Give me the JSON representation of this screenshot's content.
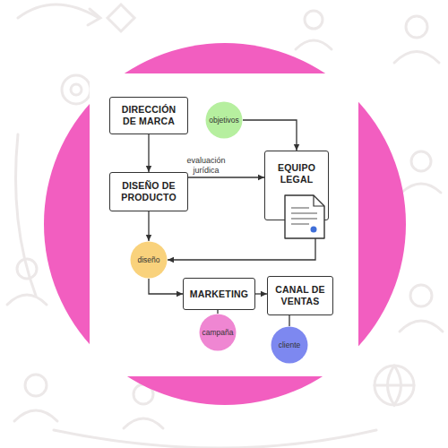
{
  "diagram": {
    "nodes": [
      {
        "text": [
          "DIRECCIÓN DE MARCA"
        ]
      },
      {
        "text": [
          "objetivos"
        ]
      },
      {
        "text": [
          "DISEÑO DE PRODUCTO"
        ]
      },
      {
        "text": [
          "EQUIPO LEGAL"
        ]
      },
      {
        "text": [
          "diseño"
        ]
      },
      {
        "text": [
          "MARKETING"
        ]
      },
      {
        "text": [
          "campaña"
        ]
      },
      {
        "text": [
          "CANAL DE VENTAS"
        ]
      },
      {
        "text": [
          "cliente"
        ]
      }
    ],
    "edges": [
      {
        "from": 0,
        "to": 2,
        "arrow": "to"
      },
      {
        "from": 1,
        "to": 3,
        "arrow": "to"
      },
      {
        "from": 2,
        "to": 3,
        "label": "evaluación jurídica",
        "arrow": "to"
      },
      {
        "from": 3,
        "to": 4,
        "arrow": "to"
      },
      {
        "from": 2,
        "to": 4,
        "arrow": "to"
      },
      {
        "from": 4,
        "to": 5,
        "arrow": "to"
      },
      {
        "from": 5,
        "to": 7,
        "arrow": "to"
      },
      {
        "from": 5,
        "to": 6,
        "arrow": "none"
      },
      {
        "from": 7,
        "to": 8,
        "arrow": "none"
      }
    ]
  }
}
